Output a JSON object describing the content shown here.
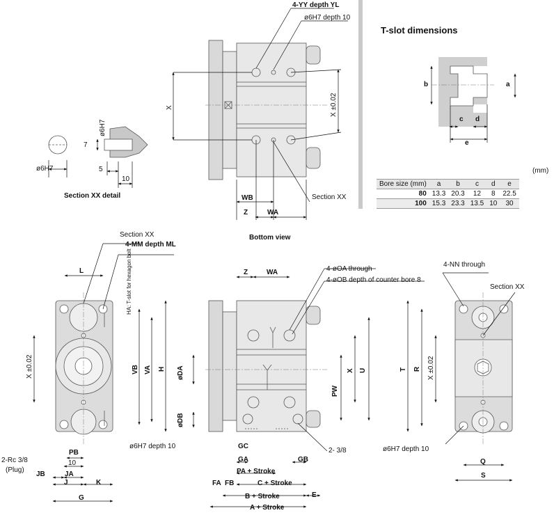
{
  "top_view": {
    "callout_yy": "4-YY depth YL",
    "callout_pin": "ø6H7 depth 10",
    "dim_x": "X",
    "dim_x_tol": "X ±0.02",
    "dim_wb": "WB",
    "dim_z": "Z",
    "dim_wa": "WA",
    "section_ref": "Section XX",
    "caption": "Bottom view"
  },
  "section_detail": {
    "dia": "ø6H7",
    "dia_side": "ø6H7",
    "dim_7": "7",
    "dim_5": "5",
    "dim_10": "10",
    "caption": "Section XX detail"
  },
  "tslot": {
    "title": "T-slot dimensions",
    "dim_a": "a",
    "dim_b": "b",
    "dim_c": "c",
    "dim_d": "d",
    "dim_e": "e",
    "unit": "(mm)",
    "headers": [
      "Bore size (mm)",
      "a",
      "b",
      "c",
      "d",
      "e"
    ],
    "rows": [
      [
        "80",
        "13.3",
        "20.3",
        "12",
        "8",
        "22.5"
      ],
      [
        "100",
        "15.3",
        "23.3",
        "13.5",
        "10",
        "30"
      ]
    ]
  },
  "left_view": {
    "section_ref": "Section XX",
    "callout_mm": "4-MM depth ML",
    "slot_note": "HA: T-slot for hexagon bolt",
    "dim_l": "L",
    "dim_x_tol": "X ±0.02",
    "dim_vb": "VB",
    "dim_va": "VA",
    "dim_h": "H",
    "pin_note": "ø6H7 depth 10",
    "port": "2-Rc 3/8",
    "plug": "(Plug)",
    "dim_pb": "PB",
    "dim_10": "10",
    "dim_jb": "JB",
    "dim_ja": "JA",
    "dim_j": "J",
    "dim_k": "K",
    "dim_g": "G"
  },
  "front_view": {
    "dim_z": "Z",
    "dim_wa": "WA",
    "callout_oa": "4-øOA through",
    "callout_ob": "4-øOB depth of counter bore 8",
    "dim_da": "øDA",
    "dim_db": "øDB",
    "dim_x": "X",
    "dim_u": "U",
    "dim_pw": "PW",
    "dim_gc": "GC",
    "dim_ga": "GA",
    "dim_gb": "GB",
    "port": "2- 3/8",
    "dim_pa": "PA + Stroke",
    "dim_c": "C + Stroke",
    "dim_fa": "FA",
    "dim_fb": "FB",
    "dim_b": "B + Stroke",
    "dim_e": "E",
    "dim_a": "A + Stroke"
  },
  "right_view": {
    "callout_nn": "4-NN through",
    "section_ref": "Section XX",
    "dim_t": "T",
    "dim_r": "R",
    "dim_x_tol": "X ±0.02",
    "pin_note": "ø6H7 depth 10",
    "dim_q": "Q",
    "dim_s": "S"
  }
}
